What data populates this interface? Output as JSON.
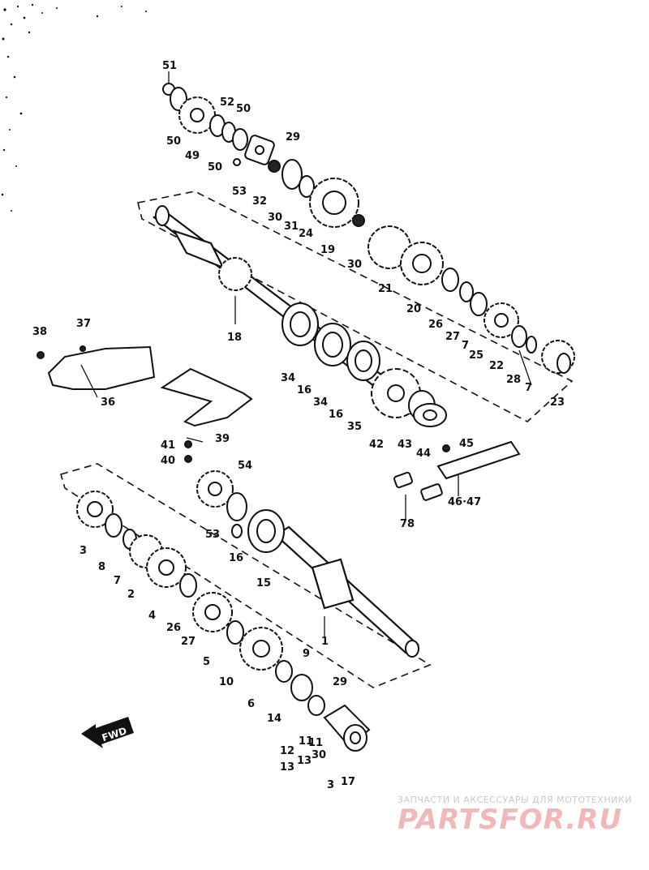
{
  "diagram": {
    "fwd_label": "FWD",
    "watermark": {
      "subtitle": "ЗАПЧАСТИ И АКСЕССУАРЫ ДЛЯ МОТОТЕХНИКИ",
      "brand": "PARTSFOR.RU"
    },
    "parts": [
      {
        "id": "p51a",
        "label": "51"
      },
      {
        "id": "p50a",
        "label": "50"
      },
      {
        "id": "p49",
        "label": "49"
      },
      {
        "id": "p52",
        "label": "52"
      },
      {
        "id": "p50b",
        "label": "50"
      },
      {
        "id": "p50c",
        "label": "50"
      },
      {
        "id": "p53a",
        "label": "53"
      },
      {
        "id": "p32",
        "label": "32"
      },
      {
        "id": "p29a",
        "label": "29"
      },
      {
        "id": "p30a",
        "label": "30"
      },
      {
        "id": "p31",
        "label": "31"
      },
      {
        "id": "p24",
        "label": "24"
      },
      {
        "id": "p19",
        "label": "19"
      },
      {
        "id": "p30b",
        "label": "30"
      },
      {
        "id": "p21",
        "label": "21"
      },
      {
        "id": "p20",
        "label": "20"
      },
      {
        "id": "p26a",
        "label": "26"
      },
      {
        "id": "p27a",
        "label": "27"
      },
      {
        "id": "p7a",
        "label": "7"
      },
      {
        "id": "p25",
        "label": "25"
      },
      {
        "id": "p22",
        "label": "22"
      },
      {
        "id": "p28",
        "label": "28"
      },
      {
        "id": "p7b",
        "label": "7"
      },
      {
        "id": "p23",
        "label": "23"
      },
      {
        "id": "p18",
        "label": "18"
      },
      {
        "id": "p34a",
        "label": "34"
      },
      {
        "id": "p16a",
        "label": "16"
      },
      {
        "id": "p34b",
        "label": "34"
      },
      {
        "id": "p16b",
        "label": "16"
      },
      {
        "id": "p35",
        "label": "35"
      },
      {
        "id": "p42",
        "label": "42"
      },
      {
        "id": "p43",
        "label": "43"
      },
      {
        "id": "p44",
        "label": "44"
      },
      {
        "id": "p38",
        "label": "38"
      },
      {
        "id": "p37",
        "label": "37"
      },
      {
        "id": "p36",
        "label": "36"
      },
      {
        "id": "p39",
        "label": "39"
      },
      {
        "id": "p41",
        "label": "41"
      },
      {
        "id": "p40",
        "label": "40"
      },
      {
        "id": "p45",
        "label": "45"
      },
      {
        "id": "p4647",
        "label": "46·47"
      },
      {
        "id": "p78",
        "label": "78"
      },
      {
        "id": "p54",
        "label": "54"
      },
      {
        "id": "p53b",
        "label": "53"
      },
      {
        "id": "p16c",
        "label": "16"
      },
      {
        "id": "p15",
        "label": "15"
      },
      {
        "id": "p3a",
        "label": "3"
      },
      {
        "id": "p8",
        "label": "8"
      },
      {
        "id": "p7c",
        "label": "7"
      },
      {
        "id": "p2",
        "label": "2"
      },
      {
        "id": "p4",
        "label": "4"
      },
      {
        "id": "p26b",
        "label": "26"
      },
      {
        "id": "p27b",
        "label": "27"
      },
      {
        "id": "p5",
        "label": "5"
      },
      {
        "id": "p10",
        "label": "10"
      },
      {
        "id": "p6",
        "label": "6"
      },
      {
        "id": "p1",
        "label": "1"
      },
      {
        "id": "p9",
        "label": "9"
      },
      {
        "id": "p29b",
        "label": "29"
      },
      {
        "id": "p14",
        "label": "14"
      },
      {
        "id": "p12",
        "label": "12"
      },
      {
        "id": "p13a",
        "label": "13"
      },
      {
        "id": "p11a",
        "label": "11"
      },
      {
        "id": "p13b",
        "label": "13"
      },
      {
        "id": "p11b",
        "label": "11"
      },
      {
        "id": "p30c",
        "label": "30"
      },
      {
        "id": "p3b",
        "label": "3"
      },
      {
        "id": "p17",
        "label": "17"
      }
    ]
  }
}
